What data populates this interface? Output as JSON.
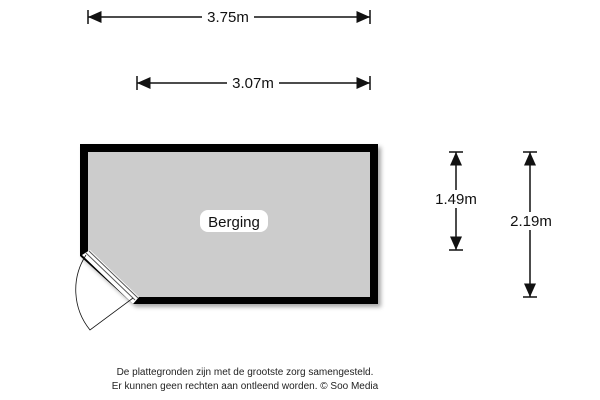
{
  "dimensions": {
    "overall_width": "3.75m",
    "inner_width": "3.07m",
    "inner_depth": "1.49m",
    "overall_depth": "2.19m"
  },
  "rooms": [
    {
      "label": "Berging"
    }
  ],
  "disclaimer": {
    "line1": "De plattegronden zijn met de grootste zorg samengesteld.",
    "line2": "Er kunnen geen rechten aan ontleend worden. © Soo Media"
  },
  "colors": {
    "floor": "#cccccc",
    "wall": "#000000"
  }
}
